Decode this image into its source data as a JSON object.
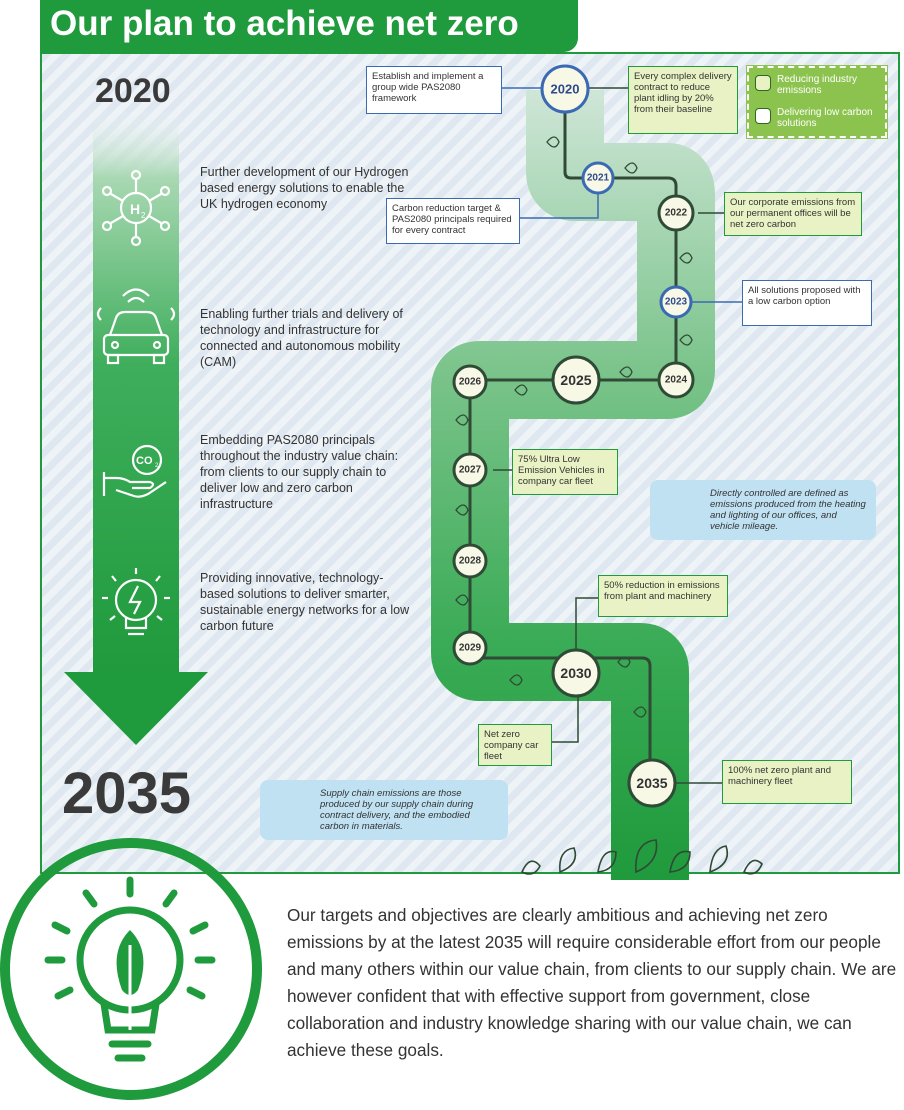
{
  "title": "Our plan to achieve net zero",
  "start_year": "2020",
  "end_year": "2035",
  "features": [
    {
      "icon": "hydrogen-icon",
      "text": "Further development of our Hydrogen based energy solutions to enable the UK hydrogen economy"
    },
    {
      "icon": "autonomous-car-icon",
      "text": "Enabling further trials and delivery of technology and infrastructure for connected and autonomous mobility (CAM)"
    },
    {
      "icon": "co2-hand-icon",
      "text": "Embedding PAS2080 principals throughout the industry value chain: from clients to our supply chain to deliver low and zero carbon infrastructure"
    },
    {
      "icon": "energy-bulb-icon",
      "text": "Providing innovative, technology-based solutions to deliver smarter, sustainable energy networks for a low carbon future"
    }
  ],
  "legend": [
    {
      "label": "Reducing industry emissions",
      "color": "#e8f2c4"
    },
    {
      "label": "Delivering low carbon solutions",
      "color": "#ffffff"
    }
  ],
  "milestones": [
    {
      "year": "2020",
      "style": "blue"
    },
    {
      "year": "2021",
      "style": "blue"
    },
    {
      "year": "2022",
      "style": "green"
    },
    {
      "year": "2023",
      "style": "blue"
    },
    {
      "year": "2024",
      "style": "green"
    },
    {
      "year": "2025",
      "style": "green"
    },
    {
      "year": "2026",
      "style": "green"
    },
    {
      "year": "2027",
      "style": "green"
    },
    {
      "year": "2028",
      "style": "green"
    },
    {
      "year": "2029",
      "style": "green"
    },
    {
      "year": "2030",
      "style": "green"
    },
    {
      "year": "2035",
      "style": "green"
    }
  ],
  "notes": {
    "pas2080_framework": "Establish and implement a group wide PAS2080 framework",
    "plant_idling": "Every complex delivery contract to reduce plant idling by 20% from their baseline",
    "carbon_target": "Carbon reduction target & PAS2080 principals required for every contract",
    "offices": "Our corporate emissions from our permanent offices will be net zero carbon",
    "solutions": "All solutions proposed with a low carbon option",
    "ulev": "75% Ultra Low Emission Vehicles in company car fleet",
    "plant_reduction": "50% reduction in emissions from plant and machinery",
    "car_fleet": "Net zero company car fleet",
    "plant_fleet": "100% net zero plant and machinery fleet"
  },
  "info_boxes": {
    "directly_controlled": "Directly controlled are defined as emissions produced from the heating and lighting of our offices, and vehicle mileage.",
    "supply_chain": "Supply chain emissions are those produced by our supply chain during contract delivery, and the embodied carbon in materials."
  },
  "closing_text": "Our targets and objectives are clearly ambitious and achieving net zero emissions by at the latest 2035 will require considerable effort from our people and many others within our value chain, from clients to our supply chain. We are however confident that with effective support from government, close collaboration and industry knowledge sharing with our value chain, we can achieve these goals.",
  "colors": {
    "brand_green": "#1f9a3c",
    "dark_path": "#2f4a35",
    "blue": "#3b6ab3",
    "lime": "#8cc34e"
  }
}
